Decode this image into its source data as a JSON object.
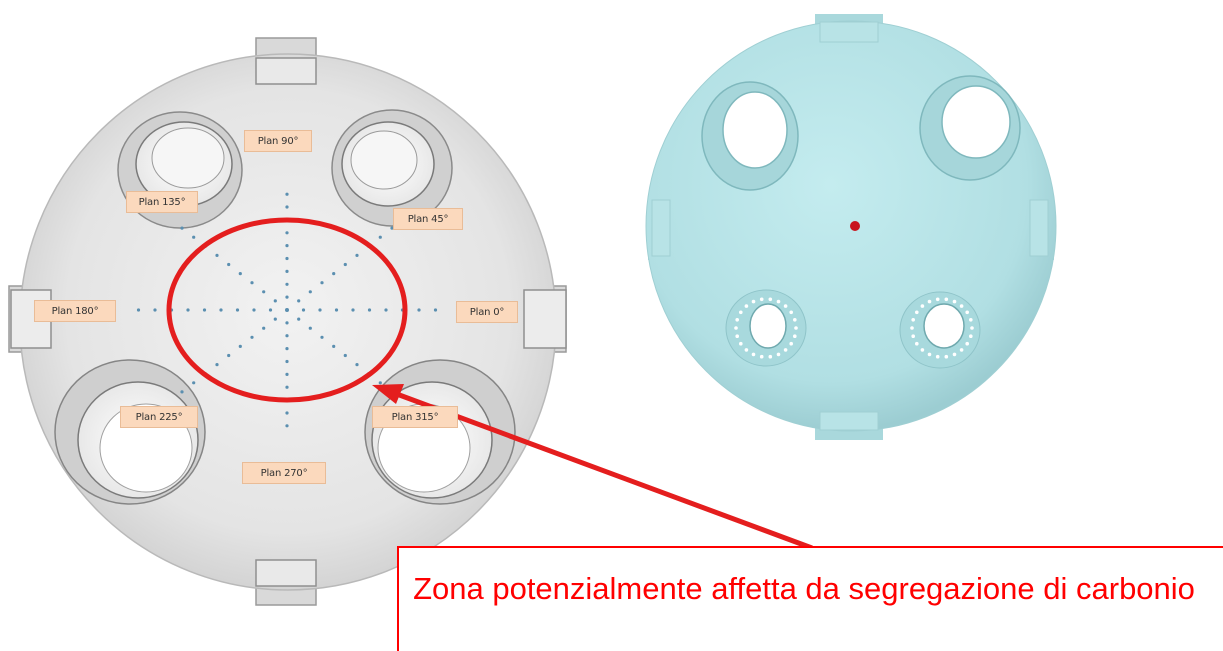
{
  "left_view": {
    "plan_labels": [
      {
        "text": "Plan 90°"
      },
      {
        "text": "Plan 135°"
      },
      {
        "text": "Plan 45°"
      },
      {
        "text": "Plan 180°"
      },
      {
        "text": "Plan 0°"
      },
      {
        "text": "Plan 225°"
      },
      {
        "text": "Plan 315°"
      },
      {
        "text": "Plan 270°"
      }
    ]
  },
  "annotation": {
    "text": "Zona potenzialmente affetta da segregazione di carbonio",
    "color": "#ff0000"
  },
  "colors": {
    "left_body": "#e6e6e6",
    "right_body": "#b6e3e6",
    "highlight": "#e41e1e",
    "center_dot": "#c8141e",
    "measurement_dots": "#5b8fb0"
  }
}
